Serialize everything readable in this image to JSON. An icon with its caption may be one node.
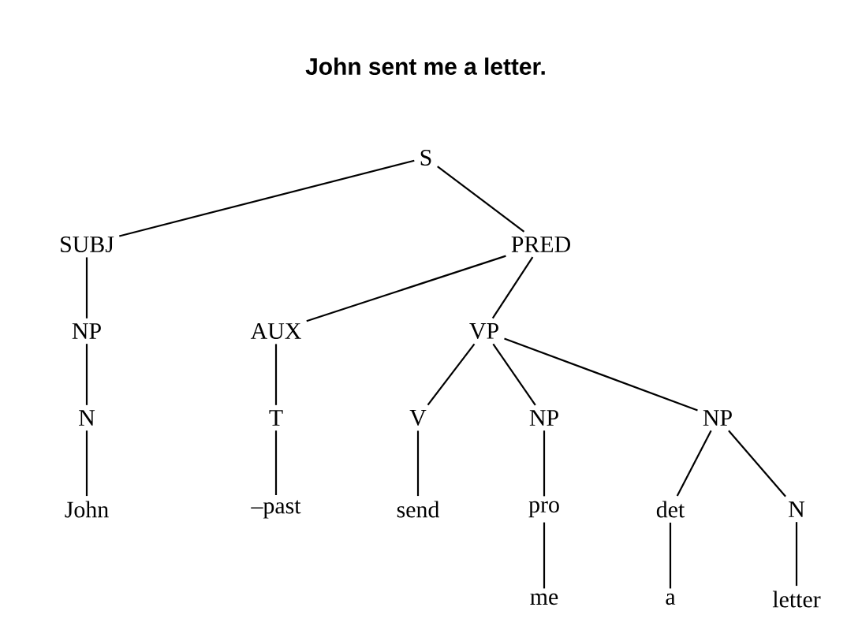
{
  "diagram": {
    "title": "John sent me a letter.",
    "nodes": [
      {
        "text": [
          "S"
        ]
      },
      {
        "text": [
          "SUBJ"
        ]
      },
      {
        "text": [
          "PRED"
        ]
      },
      {
        "text": [
          "NP"
        ]
      },
      {
        "text": [
          "AUX"
        ]
      },
      {
        "text": [
          "VP"
        ]
      },
      {
        "text": [
          "N"
        ]
      },
      {
        "text": [
          "T"
        ]
      },
      {
        "text": [
          "V"
        ]
      },
      {
        "text": [
          "NP"
        ]
      },
      {
        "text": [
          "NP"
        ]
      },
      {
        "text": [
          "John"
        ]
      },
      {
        "text": [
          "–past"
        ]
      },
      {
        "text": [
          "send"
        ]
      },
      {
        "text": [
          "pro"
        ]
      },
      {
        "text": [
          "det"
        ]
      },
      {
        "text": [
          "N"
        ]
      },
      {
        "text": [
          "me"
        ]
      },
      {
        "text": [
          "a"
        ]
      },
      {
        "text": [
          "letter"
        ]
      }
    ],
    "edges": [
      {
        "from": 0,
        "to": 1,
        "arrow": "none"
      },
      {
        "from": 0,
        "to": 2,
        "arrow": "none"
      },
      {
        "from": 1,
        "to": 3,
        "arrow": "none"
      },
      {
        "from": 3,
        "to": 6,
        "arrow": "none"
      },
      {
        "from": 6,
        "to": 11,
        "arrow": "none"
      },
      {
        "from": 2,
        "to": 4,
        "arrow": "none"
      },
      {
        "from": 2,
        "to": 5,
        "arrow": "none"
      },
      {
        "from": 4,
        "to": 7,
        "arrow": "none"
      },
      {
        "from": 7,
        "to": 12,
        "arrow": "none"
      },
      {
        "from": 5,
        "to": 8,
        "arrow": "none"
      },
      {
        "from": 5,
        "to": 9,
        "arrow": "none"
      },
      {
        "from": 5,
        "to": 10,
        "arrow": "none"
      },
      {
        "from": 8,
        "to": 13,
        "arrow": "none"
      },
      {
        "from": 9,
        "to": 14,
        "arrow": "none"
      },
      {
        "from": 14,
        "to": 17,
        "arrow": "none"
      },
      {
        "from": 10,
        "to": 15,
        "arrow": "none"
      },
      {
        "from": 10,
        "to": 16,
        "arrow": "none"
      },
      {
        "from": 15,
        "to": 18,
        "arrow": "none"
      },
      {
        "from": 16,
        "to": 19,
        "arrow": "none"
      }
    ]
  }
}
